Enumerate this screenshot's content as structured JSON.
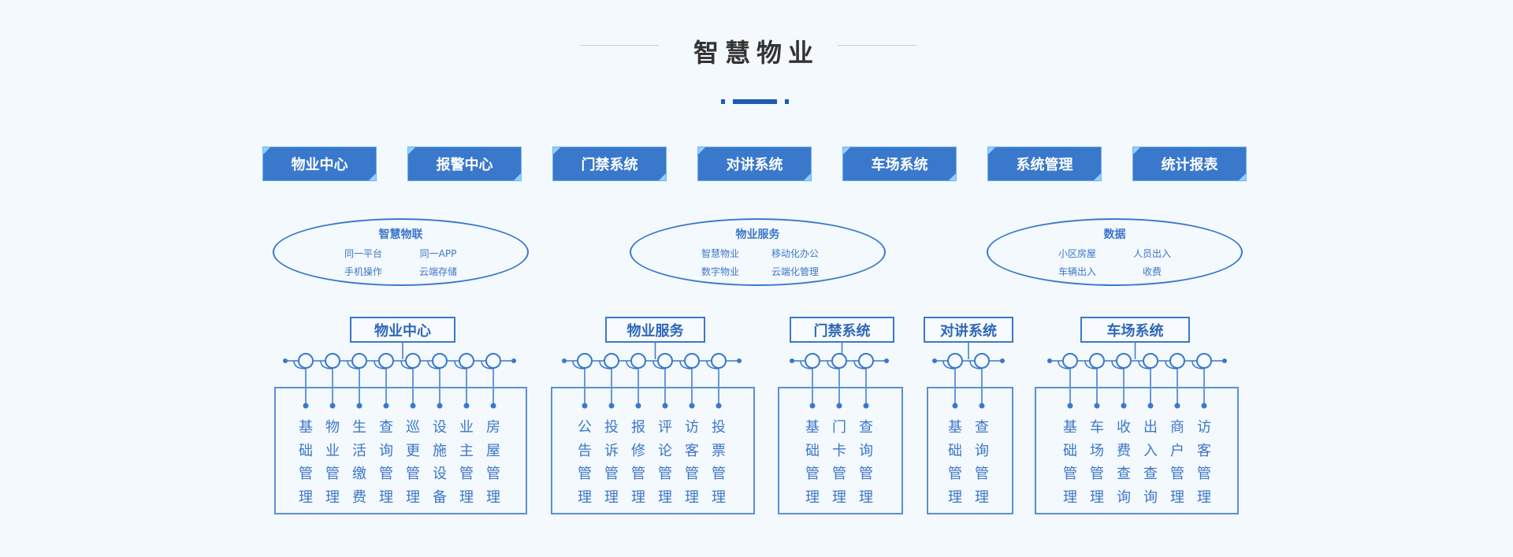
{
  "title": "智慧物业",
  "colors": {
    "accent": "#3a78cc",
    "text": "#3d76c9"
  },
  "top_buttons": [
    "物业中心",
    "报警中心",
    "门禁系统",
    "对讲系统",
    "车场系统",
    "系统管理",
    "统计报表"
  ],
  "ellipses": [
    {
      "title": "智慧物联",
      "items": [
        "同一平台",
        "同一APP",
        "手机操作",
        "云端存储"
      ]
    },
    {
      "title": "物业服务",
      "items": [
        "智慧物业",
        "移动化办公",
        "数字物业",
        "云端化管理"
      ]
    },
    {
      "title": "数据",
      "items": [
        "小区房屋",
        "人员出入",
        "车辆出入",
        "收费"
      ]
    }
  ],
  "groups": [
    {
      "title": "物业中心",
      "columns": [
        "基础管理",
        "物业管理",
        "生活缴费",
        "查询管理",
        "巡更管理",
        "设施设备",
        "业主管理",
        "房屋管理"
      ]
    },
    {
      "title": "物业服务",
      "columns": [
        "公告管理",
        "投诉管理",
        "报修管理",
        "评论管理",
        "访客管理",
        "投票管理"
      ]
    },
    {
      "title": "门禁系统",
      "columns": [
        "基础管理",
        "门卡管理",
        "查询管理"
      ]
    },
    {
      "title": "对讲系统",
      "columns": [
        "基础管理",
        "查询管理"
      ]
    },
    {
      "title": "车场系统",
      "columns": [
        "基础管理",
        "车场管理",
        "收费查询",
        "出入查询",
        "商户管理",
        "访客管理"
      ]
    }
  ]
}
